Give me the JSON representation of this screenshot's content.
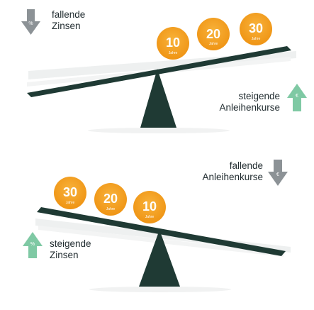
{
  "top": {
    "label_left": [
      "fallende",
      "Zinsen"
    ],
    "label_right": [
      "steigende",
      "Anleihenkurse"
    ],
    "coins": [
      {
        "number": "10",
        "unit": "Jahre"
      },
      {
        "number": "20",
        "unit": "Jahre"
      },
      {
        "number": "30",
        "unit": "Jahre"
      }
    ],
    "arrow_left_symbol": "%",
    "arrow_right_symbol": "€"
  },
  "bottom": {
    "label_right": [
      "fallende",
      "Anleihenkurse"
    ],
    "label_left": [
      "steigende",
      "Zinsen"
    ],
    "coins": [
      {
        "number": "30",
        "unit": "Jahre"
      },
      {
        "number": "20",
        "unit": "Jahre"
      },
      {
        "number": "10",
        "unit": "Jahre"
      }
    ],
    "arrow_right_symbol": "€",
    "arrow_left_symbol": "%"
  },
  "colors": {
    "arrow_gray": "#8c9296",
    "arrow_green": "#7fc9a4",
    "coin": "#f5a11f",
    "beam": "#1f3a34",
    "text": "#1f2a2e"
  }
}
